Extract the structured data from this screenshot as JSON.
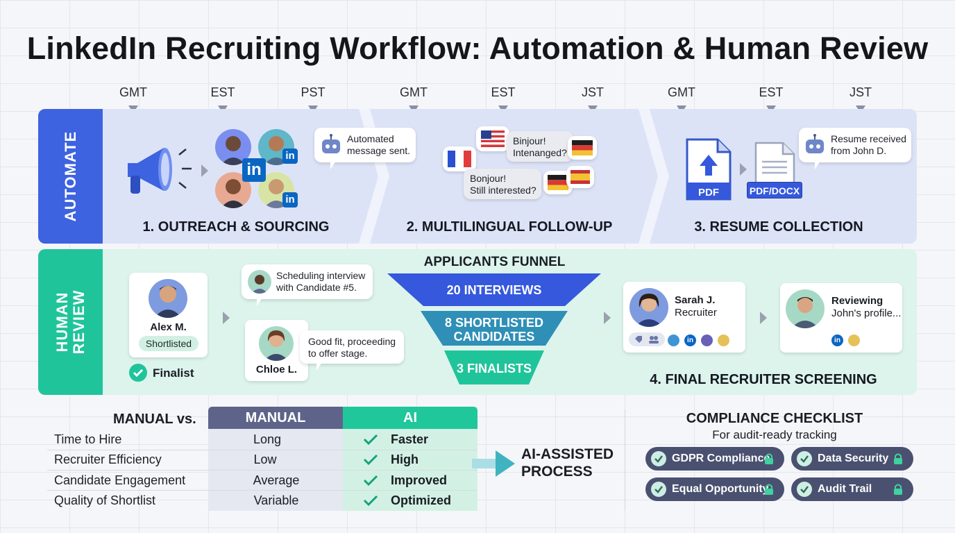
{
  "title": "LinkedIn Recruiting Workflow: Automation & Human Review",
  "timezones": [
    "GMT",
    "EST",
    "PST",
    "GMT",
    "EST",
    "JST",
    "GMT",
    "EST",
    "JST"
  ],
  "automate": {
    "label": "AUTOMATE",
    "stages": [
      {
        "title": "1. OUTREACH & SOURCING",
        "bubble_line1": "Automated",
        "bubble_line2": "message sent."
      },
      {
        "title": "2. MULTILINGUAL FOLLOW-UP",
        "msg1_line1": "Binjour!",
        "msg1_line2": "Intenanged?",
        "msg2_line1": "Bonjour!",
        "msg2_line2": "Still interested?"
      },
      {
        "title": "3. RESUME COLLECTION",
        "file1": "PDF",
        "file2": "PDF/DOCX",
        "bubble_line1": "Resume received",
        "bubble_line2": "from John D."
      }
    ]
  },
  "human": {
    "label_line1": "HUMAN",
    "label_line2": "REVIEW",
    "alex": {
      "name": "Alex M.",
      "status": "Shortlisted",
      "finalist": "Finalist"
    },
    "scheduling": {
      "line1": "Scheduling interview",
      "line2": "with Candidate #5."
    },
    "chloe": {
      "name": "Chloe L.",
      "note_line1": "Good fit, proceeding",
      "note_line2": "to offer stage."
    },
    "funnel": {
      "title": "APPLICANTS FUNNEL",
      "levels": [
        "20 INTERVIEWS",
        "8 SHORTLISTED",
        "CANDIDATES",
        "3 FINALISTS"
      ],
      "colors": [
        "#3558dd",
        "#2f8fb7",
        "#20c49a"
      ]
    },
    "sarah": {
      "name": "Sarah J.",
      "role": "Recruiter"
    },
    "reviewing": {
      "line1": "Reviewing",
      "line2": "John's profile..."
    },
    "stage_title": "4. FINAL RECRUITER SCREENING"
  },
  "comparison": {
    "header_label": "MANUAL vs.",
    "col_manual": "MANUAL",
    "col_ai": "AI",
    "rows": [
      {
        "label": "Time to Hire",
        "manual": "Long",
        "ai": "Faster"
      },
      {
        "label": "Recruiter Efficiency",
        "manual": "Low",
        "ai": "High"
      },
      {
        "label": "Candidate Engagement",
        "manual": "Average",
        "ai": "Improved"
      },
      {
        "label": "Quality of Shortlist",
        "manual": "Variable",
        "ai": "Optimized"
      }
    ],
    "result_line1": "AI-ASSISTED",
    "result_line2": "PROCESS"
  },
  "compliance": {
    "title": "COMPLIANCE CHECKLIST",
    "subtitle": "For audit-ready tracking",
    "items": [
      "GDPR Compliance",
      "Data Security",
      "Equal Opportunity",
      "Audit Trail"
    ]
  },
  "colors": {
    "automate": "#3e63e0",
    "human": "#20c49a",
    "table_manual": "#5e6489",
    "table_ai": "#1fc79a"
  }
}
